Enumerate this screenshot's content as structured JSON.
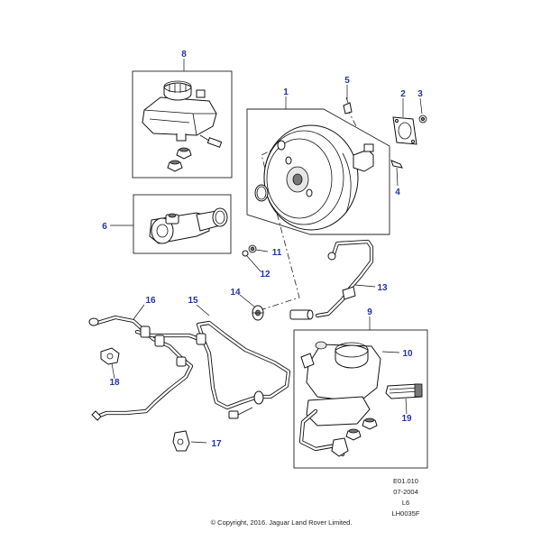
{
  "callouts": {
    "p1": "1",
    "p2": "2",
    "p3": "3",
    "p4": "4",
    "p5": "5",
    "p6": "6",
    "p8": "8",
    "p9": "9",
    "p10": "10",
    "p11": "11",
    "p12": "12",
    "p13": "13",
    "p14": "14",
    "p15": "15",
    "p16": "16",
    "p17": "17",
    "p18": "18",
    "p19": "19"
  },
  "reference": {
    "line1": "E01.010",
    "line2": "07-2004",
    "line3": "L6",
    "line4": "LH0035F"
  },
  "copyright": "© Copyright, 2016. Jaguar Land Rover Limited.",
  "colors": {
    "callout": "#2233aa",
    "line": "#111111"
  }
}
